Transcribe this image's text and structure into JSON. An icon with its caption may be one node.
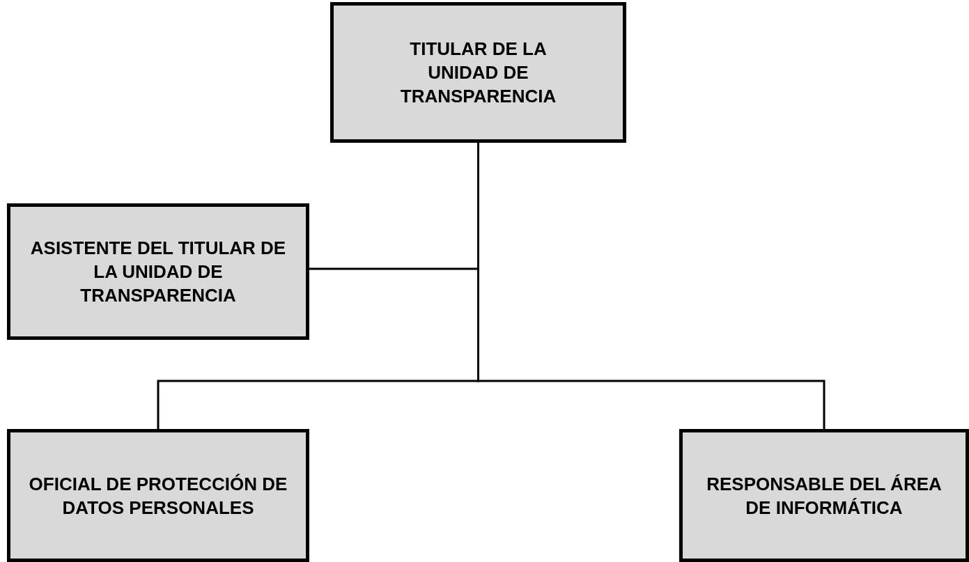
{
  "diagram": {
    "nodes": [
      {
        "text": [
          "TITULAR DE LA UNIDAD DE TRANSPARENCIA"
        ]
      },
      {
        "text": [
          "ASISTENTE DEL TITULAR DE LA UNIDAD DE TRANSPARENCIA"
        ]
      },
      {
        "text": [
          "OFICIAL DE PROTECCIÓN DE DATOS PERSONALES"
        ]
      },
      {
        "text": [
          "RESPONSABLE DEL ÁREA DE INFORMÁTICA"
        ]
      }
    ],
    "edges": [
      {
        "from": 0,
        "to": 1,
        "arrow": "none"
      },
      {
        "from": 0,
        "to": 2,
        "arrow": "none"
      },
      {
        "from": 0,
        "to": 3,
        "arrow": "none"
      }
    ]
  }
}
